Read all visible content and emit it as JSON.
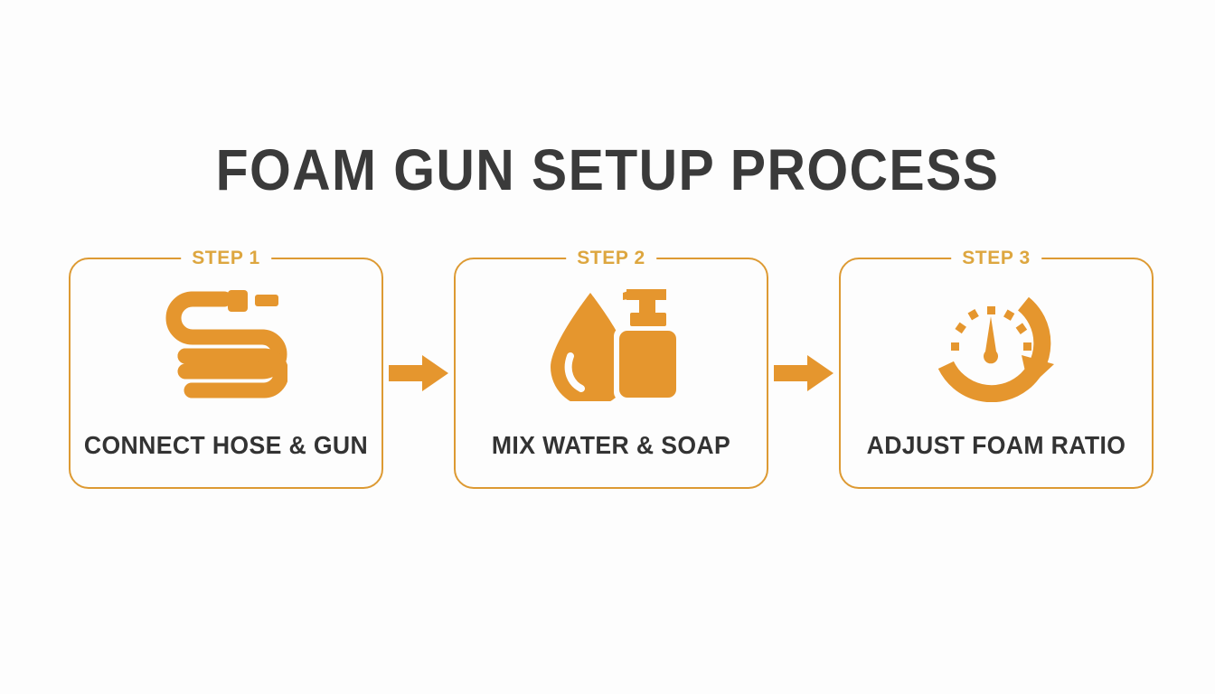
{
  "page": {
    "title": "FOAM GUN SETUP PROCESS",
    "background_color": "#fdfdfd"
  },
  "colors": {
    "accent_orange": "#e5962e",
    "border_orange": "#dd9a33",
    "step_label_orange": "#dda63f",
    "title_gray": "#3a3a3a",
    "label_gray": "#333333"
  },
  "steps": [
    {
      "step_label": "STEP 1",
      "title": "CONNECT HOSE & GUN",
      "icon": "coiled-hose-icon"
    },
    {
      "step_label": "STEP 2",
      "title": "MIX WATER & SOAP",
      "icon": "water-drop-and-soap-bottle-icon"
    },
    {
      "step_label": "STEP 3",
      "title": "ADJUST FOAM RATIO",
      "icon": "gauge-dial-icon"
    }
  ],
  "connectors": [
    {
      "icon": "arrow-right-icon"
    },
    {
      "icon": "arrow-right-icon"
    }
  ]
}
